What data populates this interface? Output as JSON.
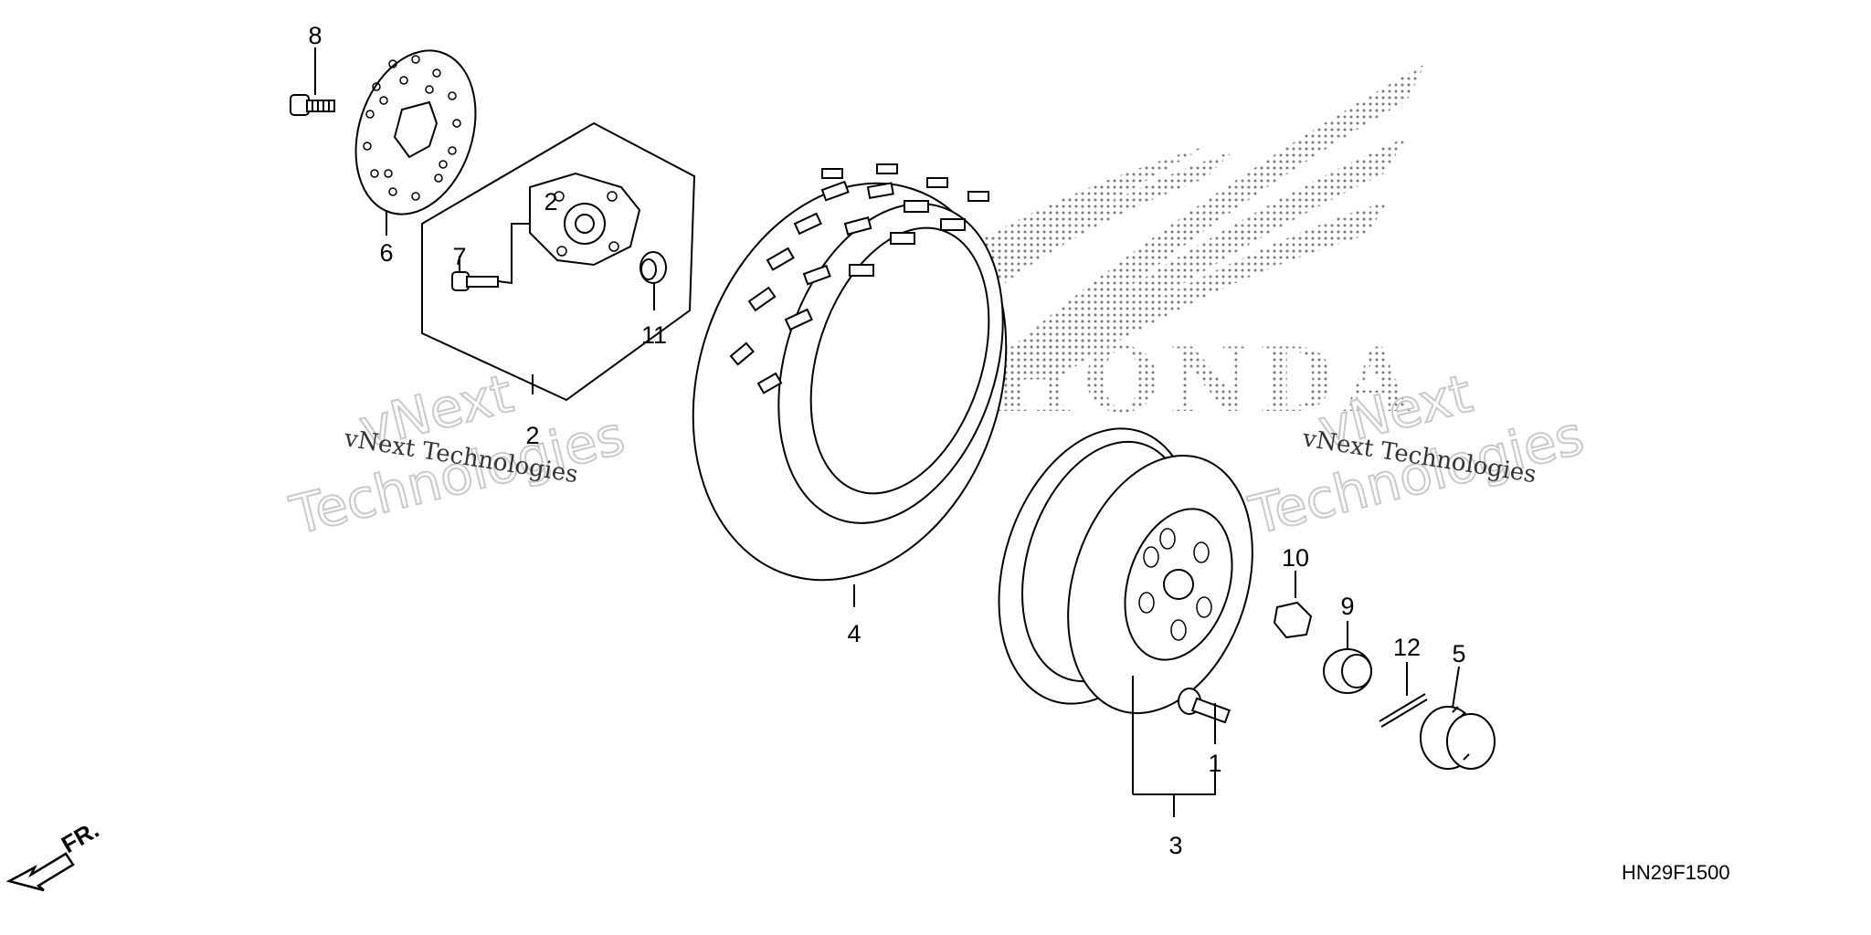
{
  "diagram": {
    "callouts": {
      "c1": "1",
      "c2a": "2",
      "c2b": "2",
      "c3": "3",
      "c4": "4",
      "c5": "5",
      "c6": "6",
      "c7": "7",
      "c8": "8",
      "c9": "9",
      "c10": "10",
      "c11": "11",
      "c12": "12"
    },
    "code": "HN29F1500",
    "front_marker": "FR.",
    "brand_watermark": "HONDA",
    "watermarks": {
      "small_left": "vNext Technologies",
      "big_left_1": "vNext",
      "big_left_2": "Technologies",
      "small_right": "vNext Technologies",
      "big_right_1": "vNext",
      "big_right_2": "Technologies"
    }
  }
}
